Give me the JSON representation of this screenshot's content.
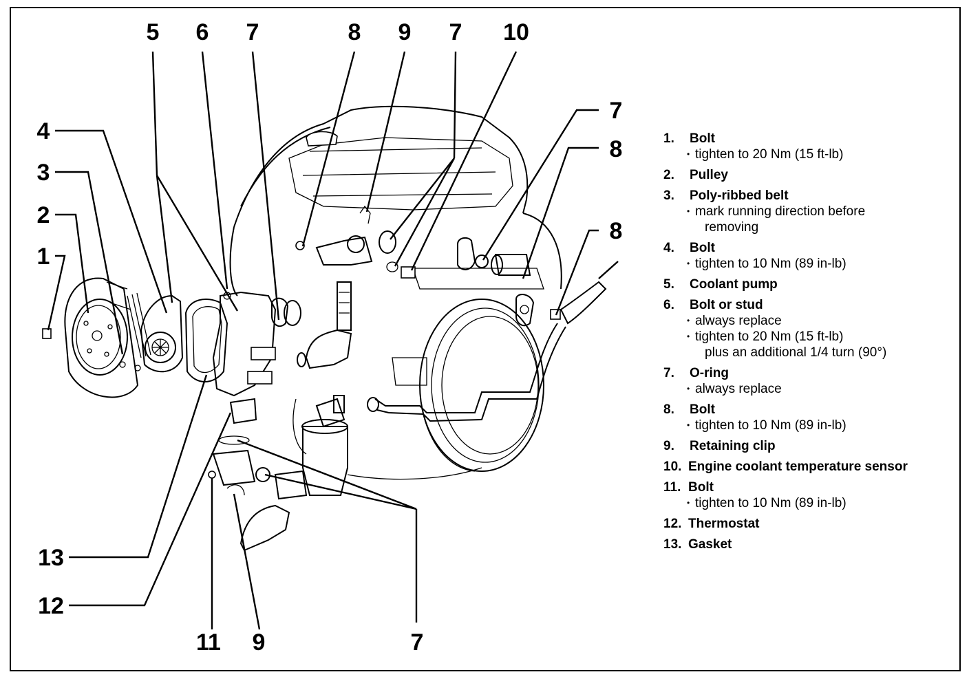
{
  "callouts": {
    "c5": "5",
    "c6": "6",
    "c7a": "7",
    "c8a": "8",
    "c9a": "9",
    "c7b": "7",
    "c10": "10",
    "c7c": "7",
    "c8b": "8",
    "c8c": "8",
    "c4": "4",
    "c3": "3",
    "c2": "2",
    "c1": "1",
    "c13": "13",
    "c12": "12",
    "c11": "11",
    "c9b": "9",
    "c7d": "7"
  },
  "legend": [
    {
      "number": "1.",
      "title": "Bolt",
      "notes": [
        "tighten to 20 Nm (15 ft-lb)"
      ]
    },
    {
      "number": "2.",
      "title": "Pulley",
      "notes": []
    },
    {
      "number": "3.",
      "title": "Poly-ribbed belt",
      "notes": [
        "mark running direction before",
        "removing"
      ]
    },
    {
      "number": "4.",
      "title": "Bolt",
      "notes": [
        "tighten to 10 Nm (89 in-lb)"
      ]
    },
    {
      "number": "5.",
      "title": "Coolant pump",
      "notes": []
    },
    {
      "number": "6.",
      "title": "Bolt or stud",
      "notes": [
        "always replace",
        "tighten to 20 Nm (15 ft-lb)",
        "plus an additional 1/4 turn (90°)"
      ]
    },
    {
      "number": "7.",
      "title": "O-ring",
      "notes": [
        "always replace"
      ]
    },
    {
      "number": "8.",
      "title": "Bolt",
      "notes": [
        "tighten to 10 Nm (89 in-lb)"
      ]
    },
    {
      "number": "9.",
      "title": "Retaining clip",
      "notes": []
    },
    {
      "number": "10.",
      "title": "Engine coolant temperature sensor",
      "notes": []
    },
    {
      "number": "11.",
      "title": "Bolt",
      "notes": [
        "tighten to 10 Nm (89 in-lb)"
      ]
    },
    {
      "number": "12.",
      "title": "Thermostat",
      "notes": []
    },
    {
      "number": "13.",
      "title": "Gasket",
      "notes": []
    }
  ]
}
